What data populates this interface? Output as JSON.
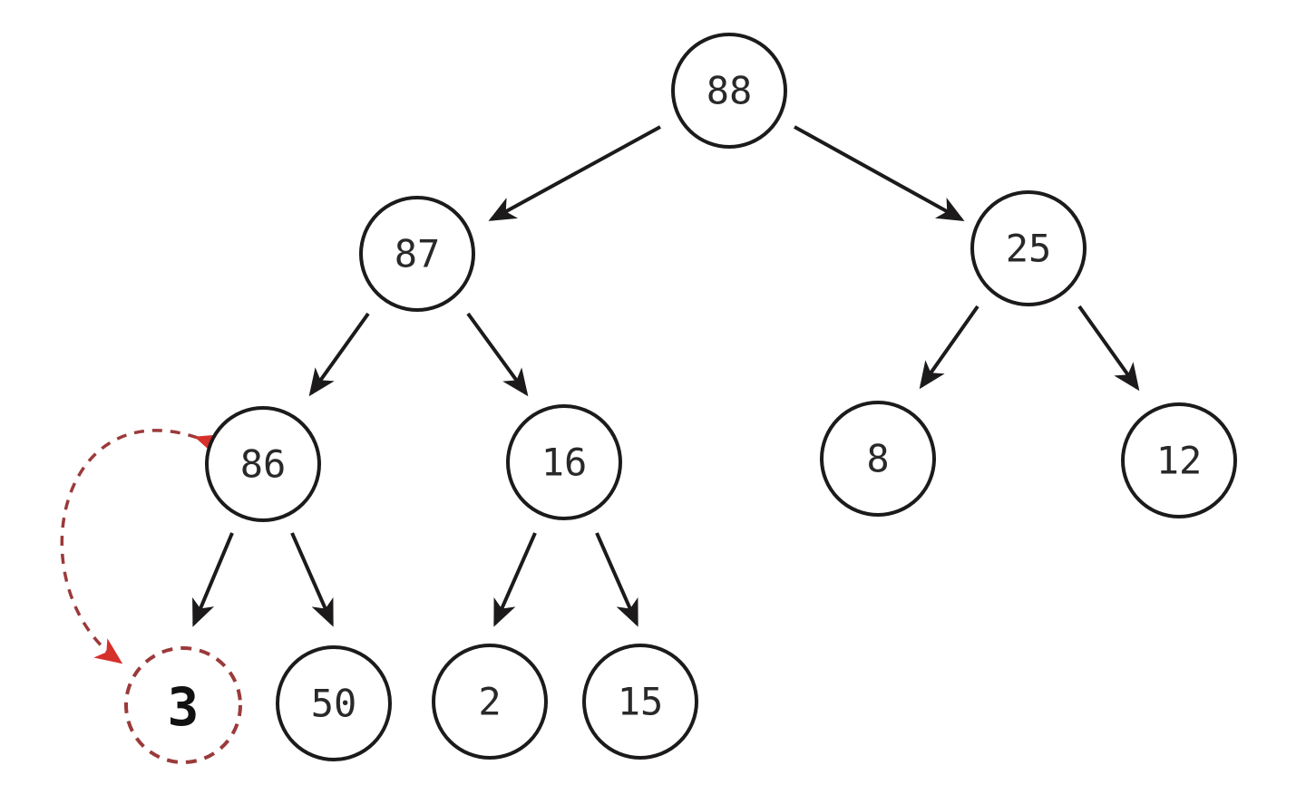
{
  "colors": {
    "node_stroke": "#1c1a1b",
    "edge": "#1c1a1b",
    "highlight": "#9b3a3a",
    "swap_arrowhead": "#d6302a"
  },
  "tree": {
    "nodes": [
      {
        "id": "n0",
        "label": "88"
      },
      {
        "id": "n1",
        "label": "87"
      },
      {
        "id": "n2",
        "label": "25"
      },
      {
        "id": "n3",
        "label": "86"
      },
      {
        "id": "n4",
        "label": "16"
      },
      {
        "id": "n5",
        "label": "8"
      },
      {
        "id": "n6",
        "label": "12"
      },
      {
        "id": "n7",
        "label": "3",
        "highlighted": true
      },
      {
        "id": "n8",
        "label": "50"
      },
      {
        "id": "n9",
        "label": "2"
      },
      {
        "id": "n10",
        "label": "15"
      }
    ],
    "edges": [
      {
        "from": "n0",
        "to": "n1"
      },
      {
        "from": "n0",
        "to": "n2"
      },
      {
        "from": "n1",
        "to": "n3"
      },
      {
        "from": "n1",
        "to": "n4"
      },
      {
        "from": "n2",
        "to": "n5"
      },
      {
        "from": "n2",
        "to": "n6"
      },
      {
        "from": "n3",
        "to": "n7"
      },
      {
        "from": "n3",
        "to": "n8"
      },
      {
        "from": "n4",
        "to": "n9"
      },
      {
        "from": "n4",
        "to": "n10"
      }
    ],
    "swap": {
      "between": [
        "n3",
        "n7"
      ],
      "bidirectional": true
    }
  }
}
